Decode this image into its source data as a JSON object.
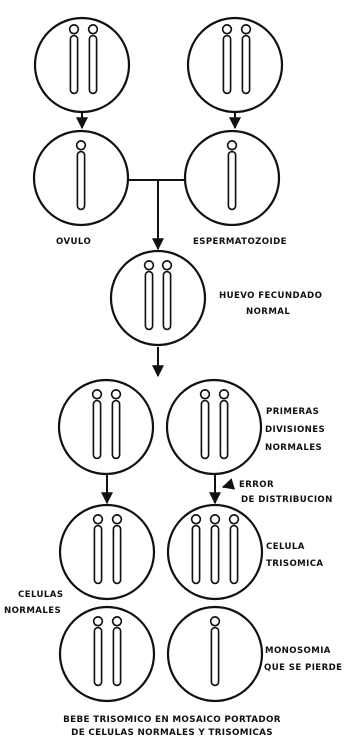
{
  "labels": {
    "ovulo": "OVULO",
    "espermatozoide": "ESPERMATOZOIDE",
    "huevo_line1": "HUEVO FECUNDADO",
    "huevo_line2": "NORMAL",
    "primeras_line1": "PRIMERAS",
    "primeras_line2": "DIVISIONES",
    "primeras_line3": "NORMALES",
    "error_line1": "ERROR",
    "error_line2": "DE DISTRIBUCION",
    "celula_line1": "CELULA",
    "celula_line2": "TRISOMICA",
    "celulas_line1": "CELULAS",
    "celulas_line2": "NORMALES",
    "monosomia_line1": "MONOSOMIA",
    "monosomia_line2": "QUE SE PIERDE"
  },
  "caption": {
    "line1": "BEBE TRISOMICO EN MOSAICO PORTADOR",
    "line2": "DE CELULAS NORMALES Y TRISOMICAS"
  },
  "colors": {
    "ink": "#111111",
    "background": "#ffffff"
  }
}
